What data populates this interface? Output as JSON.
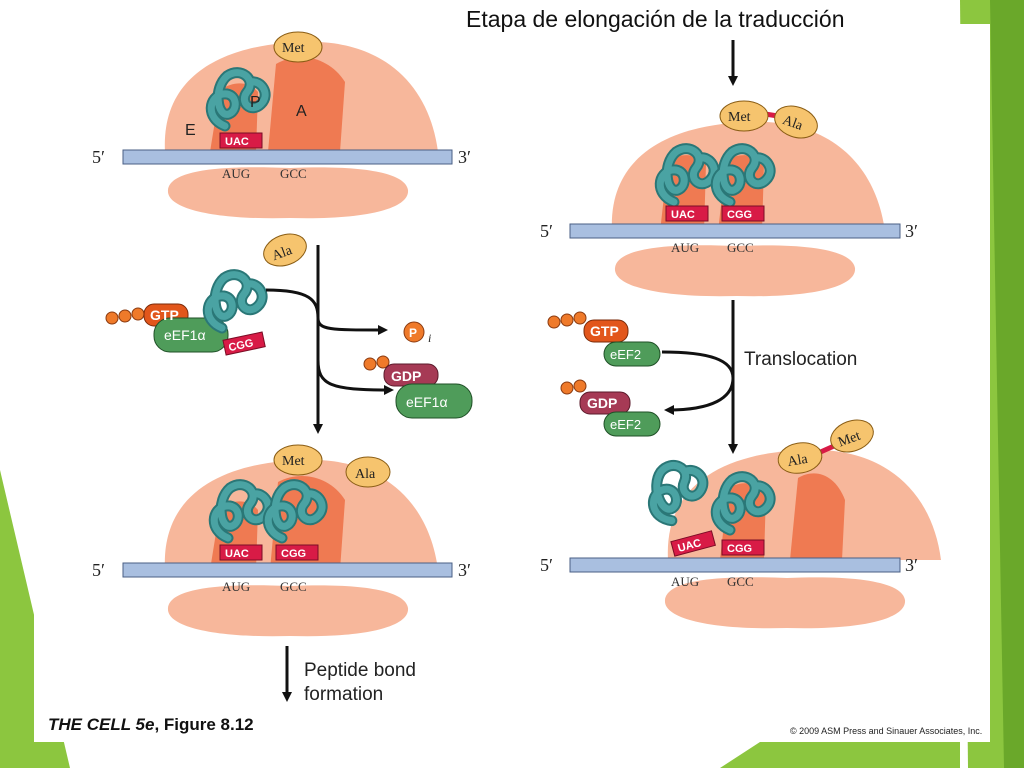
{
  "title": "Etapa de elongación de la traducción",
  "caption": {
    "book": "THE CELL 5e",
    "figure": ", Figure 8.12"
  },
  "copyright": "© 2009 ASM Press and Sinauer Associates, Inc.",
  "labels": {
    "five_prime": "5′",
    "three_prime": "3′",
    "site_e": "E",
    "site_p": "P",
    "site_a": "A",
    "codon_aug": "AUG",
    "codon_gcc": "GCC",
    "anticodon_uac": "UAC",
    "anticodon_cgg": "CGG",
    "met": "Met",
    "ala": "Ala",
    "gtp": "GTP",
    "gdp": "GDP",
    "eef1a": "eEF1α",
    "eef2": "eEF2",
    "pi": "P",
    "pi_sub": "i",
    "translocation": "Translocation",
    "peptide_bond_1": "Peptide bond",
    "peptide_bond_2": "formation"
  },
  "colors": {
    "ribosome_light": "#f7b79b",
    "ribosome_dark": "#ef7a52",
    "mrna": "#a9bfe0",
    "trna": "#4aa3a3",
    "amino_acid": "#f6c46e",
    "anticodon": "#d81b46",
    "factor": "#4f9c5a",
    "gtp": "#e2561b",
    "gdp": "#a63a55",
    "phosphate": "#ef7a2a",
    "accent_green": "#8cc63f"
  }
}
